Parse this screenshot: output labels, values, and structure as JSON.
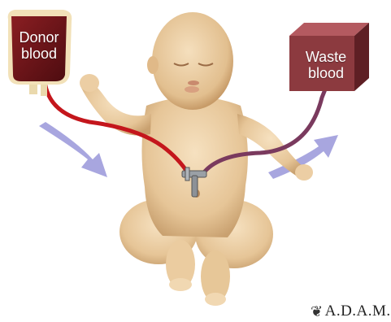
{
  "labels": {
    "donor": "Donor blood",
    "waste": "Waste blood"
  },
  "brand": {
    "name": "A.D.A.M.",
    "icon": "leaf-icon"
  },
  "colors": {
    "donor_bag": "#6b1418",
    "waste_box": "#8c3a3f",
    "donor_tube": "#c4161c",
    "waste_tube": "#7a3a5e",
    "arrow": "#9f9cdc",
    "skin": "#eccfa6"
  }
}
